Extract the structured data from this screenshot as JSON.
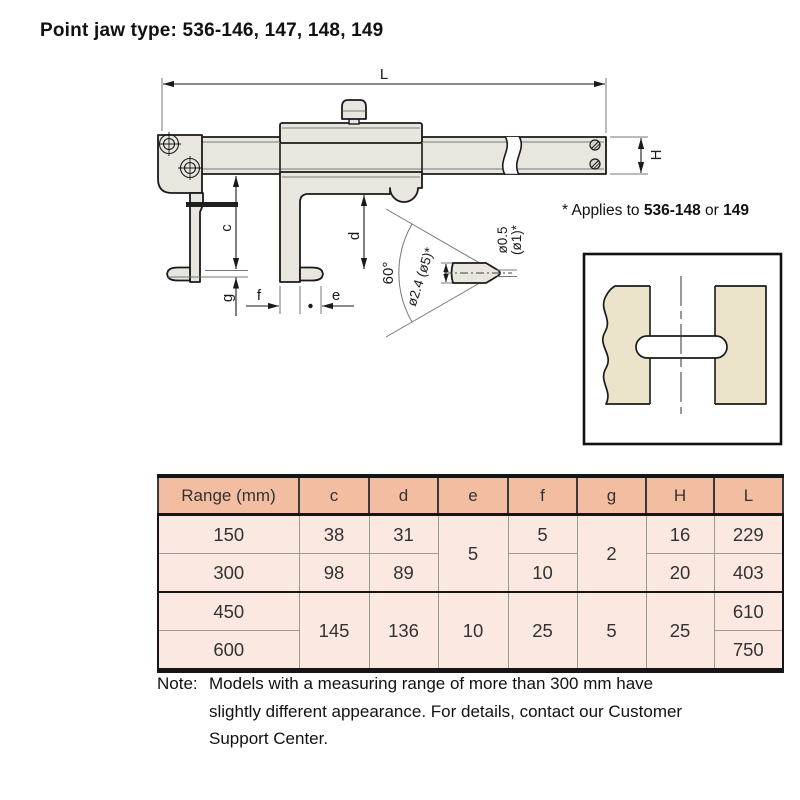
{
  "page": {
    "title": "Point jaw type: 536-146, 147, 148, 149"
  },
  "drawing": {
    "labels": {
      "L": "L",
      "H": "H",
      "c": "c",
      "d": "d",
      "e": "e",
      "f": "f",
      "g": "g"
    },
    "angle_label": "60°",
    "cone_dia_label": "ø2.4 (ø5)*",
    "tip_dia_line1": "ø0.5",
    "tip_dia_line2": "(ø1)*",
    "applies": {
      "prefix": "* Applies to ",
      "model1": "536-148",
      "or": " or ",
      "model2": "149"
    }
  },
  "table": {
    "headers": [
      "Range (mm)",
      "c",
      "d",
      "e",
      "f",
      "g",
      "H",
      "L"
    ],
    "r1": {
      "range": "150",
      "c": "38",
      "d": "31",
      "e": "5",
      "f": "5",
      "g": "2",
      "H": "16",
      "L": "229"
    },
    "r2": {
      "range": "300",
      "c": "98",
      "d": "89",
      "f": "10",
      "H": "20",
      "L": "403"
    },
    "r3": {
      "range": "450",
      "c": "145",
      "d": "136",
      "e": "10",
      "f": "25",
      "g": "5",
      "H": "25",
      "L": "610"
    },
    "r4": {
      "range": "600",
      "L": "750"
    }
  },
  "note": {
    "label": "Note:",
    "lines": [
      "Models with a measuring range of more than 300 mm have",
      "slightly different appearance. For details, contact our Customer",
      "Support Center."
    ]
  },
  "colors": {
    "header_bg": "#f3bda1",
    "row_bg": "#fbe9e1",
    "metal": "#e9e6df",
    "block": "#ebe4ca",
    "line": "#1a1a1a"
  }
}
